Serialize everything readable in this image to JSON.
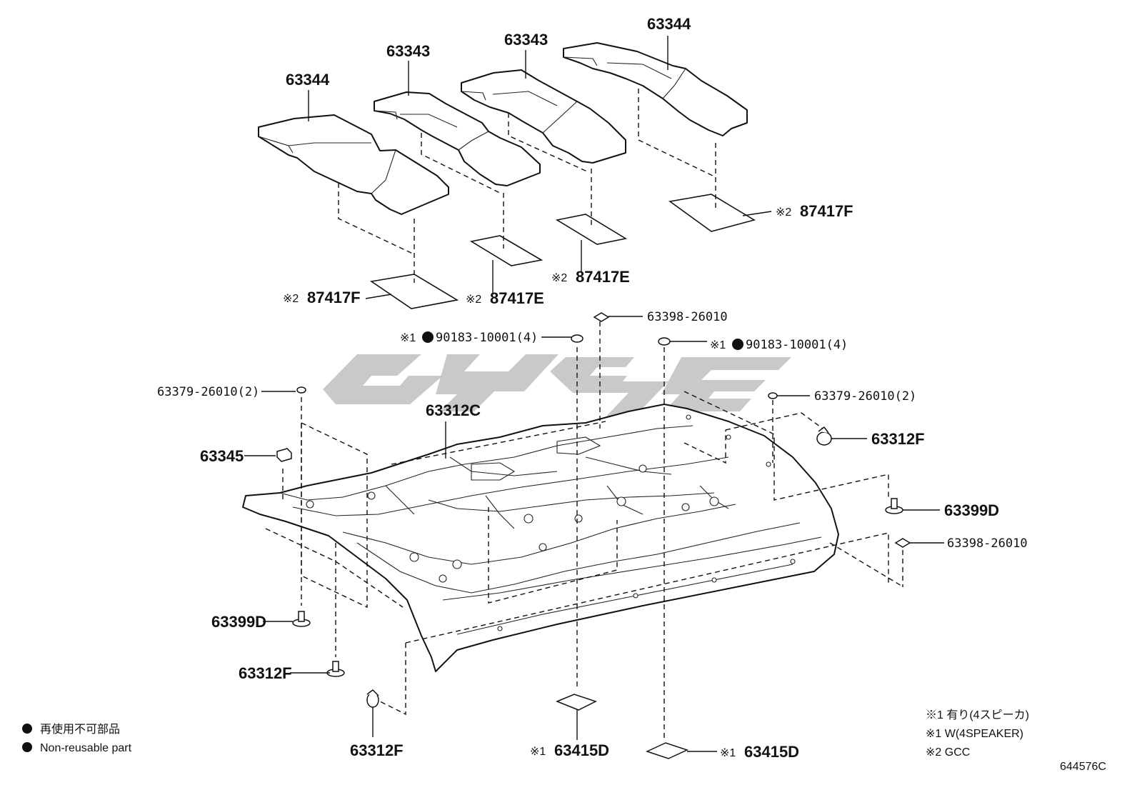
{
  "diagram": {
    "figure_code": "644576C",
    "labels": {
      "top_63344_left": "63344",
      "top_63343_a": "63343",
      "top_63343_b": "63343",
      "top_63344_right": "63344",
      "ins_87417F_left": "87417F",
      "ins_87417E_a": "87417E",
      "ins_87417E_b": "87417E",
      "ins_87417F_right": "87417F",
      "p_63398_top": "63398-26010",
      "p_90183_left": "90183-10001(4)",
      "p_90183_right": "90183-10001(4)",
      "p_63379_left": "63379-26010(2)",
      "p_63379_right": "63379-26010(2)",
      "p_63312C": "63312C",
      "p_63345": "63345",
      "p_63312F_right": "63312F",
      "p_63399D_right": "63399D",
      "p_63398_right": "63398-26010",
      "p_63399D_left": "63399D",
      "p_63312F_left": "63312F",
      "p_63312F_bottom": "63312F",
      "p_63415D_bottom": "63415D",
      "p_63415D_right": "63415D"
    },
    "marks": {
      "note1": "※1",
      "note2": "※2"
    },
    "legend": {
      "jp": "再使用不可部品",
      "en": "Non-reusable part"
    },
    "footnotes": [
      "※1 有り(4スピーカ)",
      "※1 W(4SPEAKER)",
      "※2 GCC"
    ],
    "watermark": "cyber-logo"
  }
}
